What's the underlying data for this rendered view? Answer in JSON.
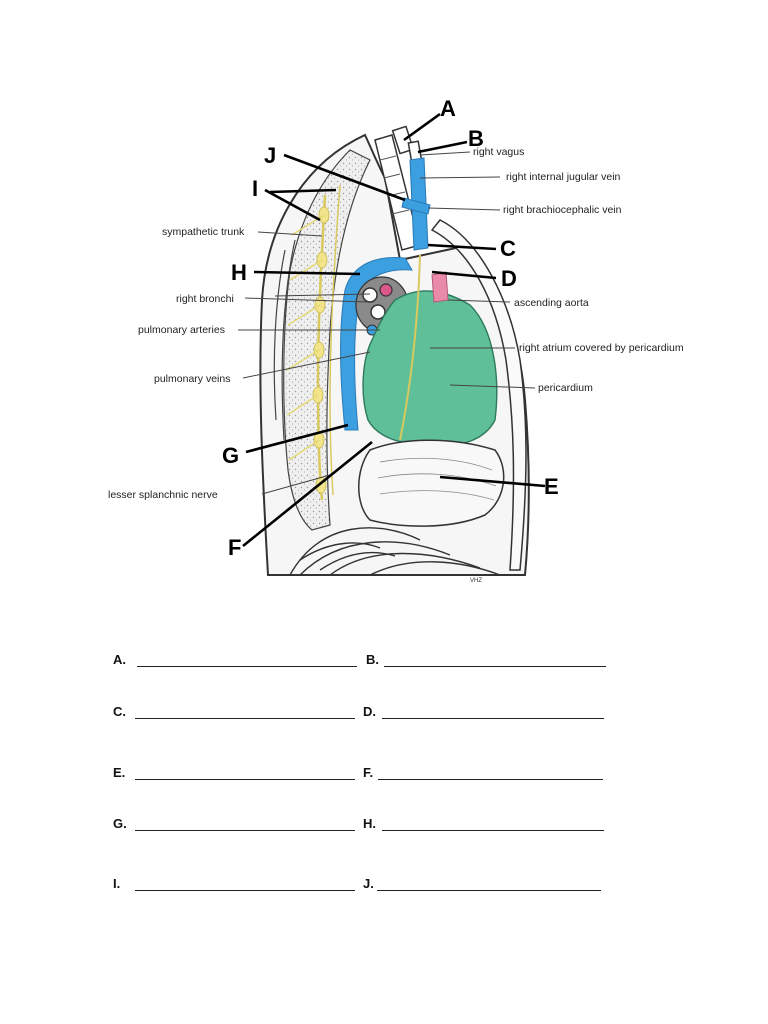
{
  "diagram": {
    "letters": {
      "A": "A",
      "B": "B",
      "C": "C",
      "D": "D",
      "E": "E",
      "F": "F",
      "G": "G",
      "H": "H",
      "I": "I",
      "J": "J"
    },
    "labels": {
      "right_vagus": "right vagus",
      "right_internal_jugular_vein": "right internal jugular vein",
      "right_brachiocephalic_vein": "right brachiocephalic vein",
      "sympathetic_trunk": "sympathetic trunk",
      "ascending_aorta": "ascending aorta",
      "right_bronchi": "right bronchi",
      "pulmonary_arteries": "pulmonary arteries",
      "right_atrium": "right atrium covered by pericardium",
      "pulmonary_veins": "pulmonary veins",
      "pericardium": "pericardium",
      "lesser_splanchnic_nerve": "lesser splanchnic nerve"
    },
    "artist_mark": "VHZ",
    "colors": {
      "vessel_blue": "#3b9fe0",
      "heart_green": "#5fbf98",
      "nerve_yellow": "#f2e48a",
      "aorta_pink": "#e88aa8"
    }
  },
  "answers": {
    "A": "A.",
    "B": "B.",
    "C": "C.",
    "D": "D.",
    "E": "E.",
    "F": "F.",
    "G": "G.",
    "H": "H.",
    "I": "I.",
    "J": "J."
  }
}
